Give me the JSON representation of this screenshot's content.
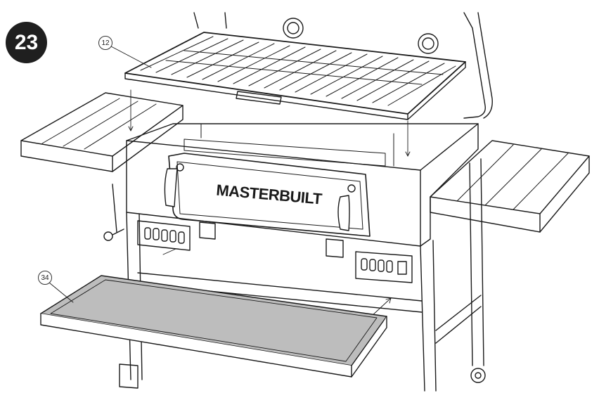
{
  "step": {
    "number": "23"
  },
  "callouts": [
    {
      "id": "12",
      "label": "12"
    },
    {
      "id": "34",
      "label": "34"
    }
  ],
  "brand": {
    "logo_text": "MASTERBUILT"
  },
  "colors": {
    "line": "#1a1a1a",
    "tray_fill": "#bdbdbd",
    "badge": "#1f1f1f"
  }
}
